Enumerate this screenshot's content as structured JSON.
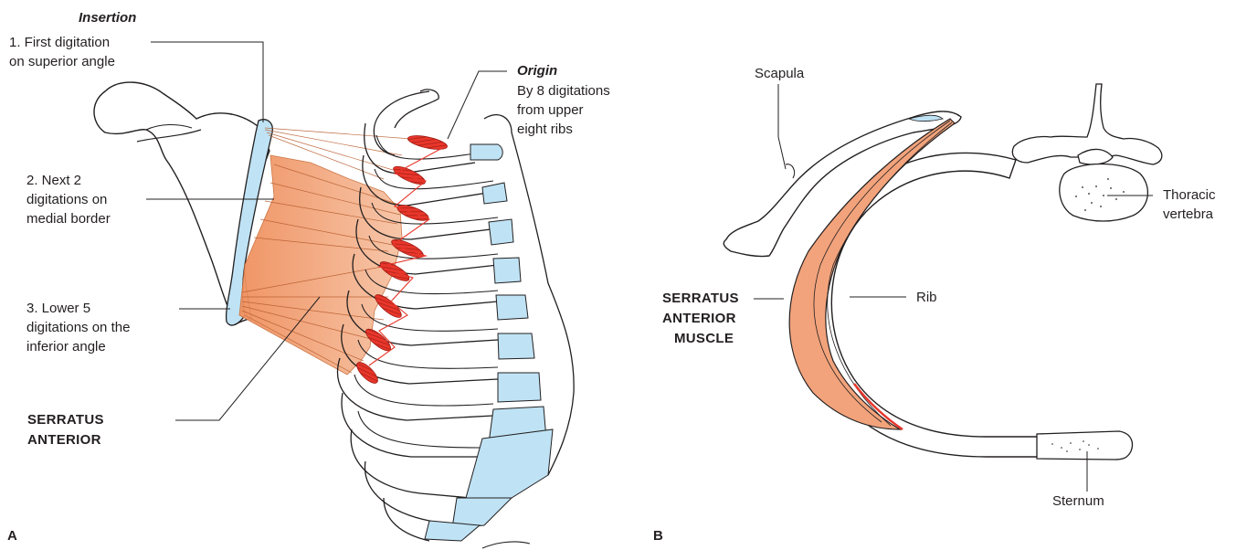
{
  "panel_a": {
    "letter": "A",
    "insertion_title": "Insertion",
    "insertion_1": [
      "1. First digitation",
      "on superior angle"
    ],
    "insertion_2": [
      "2. Next 2",
      "digitations on",
      "medial border"
    ],
    "insertion_3": [
      "3. Lower 5",
      "digitations on the",
      "inferior angle"
    ],
    "origin_title": "Origin",
    "origin_text": [
      "By 8 digitations",
      "from upper",
      "eight ribs"
    ],
    "muscle": [
      "SERRATUS",
      "ANTERIOR"
    ]
  },
  "panel_b": {
    "letter": "B",
    "scapula": "Scapula",
    "vertebra": [
      "Thoracic",
      "vertebra"
    ],
    "rib": "Rib",
    "muscle": [
      "SERRATUS",
      "ANTERIOR",
      "MUSCLE"
    ],
    "sternum": "Sternum"
  },
  "colors": {
    "muscle": "#f2a37b",
    "cartilage": "#bfe3f5",
    "origin": "#e8362b",
    "outline": "#231f20"
  }
}
